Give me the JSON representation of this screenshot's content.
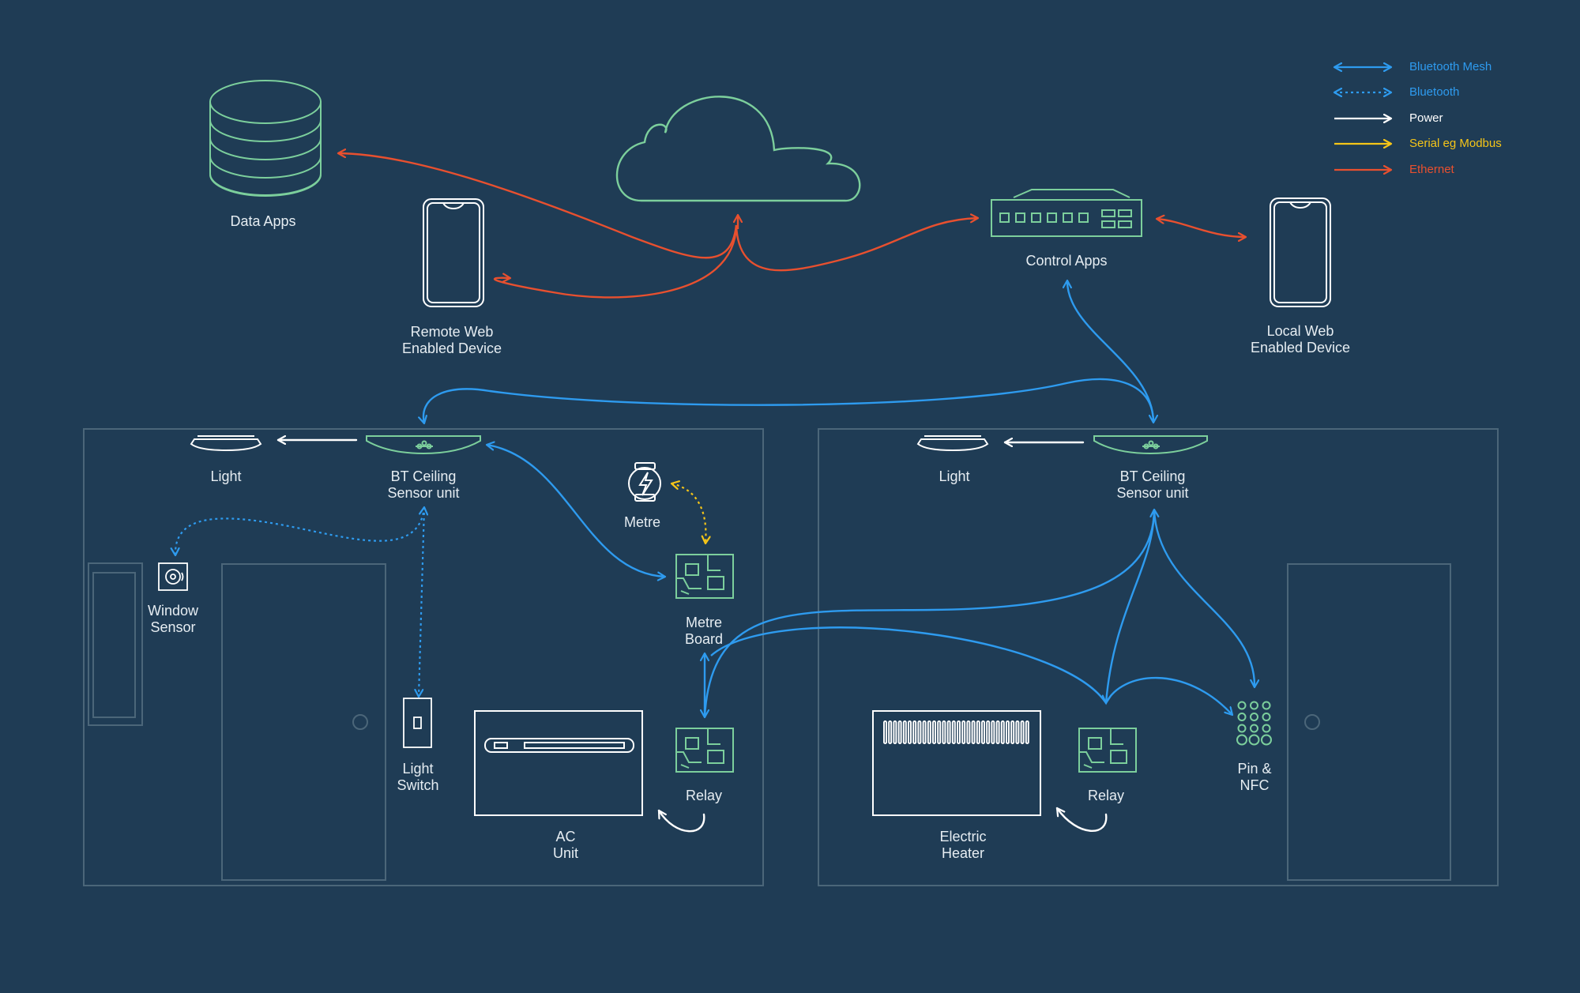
{
  "colors": {
    "background": "#1f3c55",
    "device_outline": "#7ccf9c",
    "bluetooth_mesh": "#2e9bef",
    "bluetooth": "#2e9bef",
    "power": "#ffffff",
    "serial": "#f5c518",
    "ethernet": "#e8502f",
    "room_outline": "#4b6679"
  },
  "legend": [
    {
      "label": "Bluetooth Mesh",
      "color": "#2e9bef",
      "style": "solid"
    },
    {
      "label": "Bluetooth",
      "color": "#2e9bef",
      "style": "dotted"
    },
    {
      "label": "Power",
      "color": "#ffffff",
      "style": "solid"
    },
    {
      "label": "Serial eg Modbus",
      "color": "#f5c518",
      "style": "solid"
    },
    {
      "label": "Ethernet",
      "color": "#e8502f",
      "style": "solid"
    }
  ],
  "nodes": {
    "data_apps": {
      "label": [
        "Data Apps"
      ],
      "icon": "database-icon"
    },
    "cloud": {
      "label": [],
      "icon": "cloud-icon"
    },
    "remote_device": {
      "label": [
        "Remote Web",
        "Enabled Device"
      ],
      "icon": "smartphone-icon"
    },
    "control_apps": {
      "label": [
        "Control Apps"
      ],
      "icon": "network-switch-icon"
    },
    "local_device": {
      "label": [
        "Local Web",
        "Enabled Device"
      ],
      "icon": "smartphone-icon"
    },
    "room1_light": {
      "label": [
        "Light"
      ],
      "icon": "ceiling-light-icon"
    },
    "room1_sensor": {
      "label": [
        "BT Ceiling",
        "Sensor unit"
      ],
      "icon": "ceiling-sensor-icon"
    },
    "window_sensor": {
      "label": [
        "Window",
        "Sensor"
      ],
      "icon": "window-sensor-icon"
    },
    "metre": {
      "label": [
        "Metre"
      ],
      "icon": "energy-metre-icon"
    },
    "metre_board": {
      "label": [
        "Metre",
        "Board"
      ],
      "icon": "circuit-board-icon"
    },
    "light_switch": {
      "label": [
        "Light",
        "Switch"
      ],
      "icon": "light-switch-icon"
    },
    "ac_unit": {
      "label": [
        "AC",
        "Unit"
      ],
      "icon": "ac-unit-icon"
    },
    "room1_relay": {
      "label": [
        "Relay"
      ],
      "icon": "circuit-board-icon"
    },
    "room2_light": {
      "label": [
        "Light"
      ],
      "icon": "ceiling-light-icon"
    },
    "room2_sensor": {
      "label": [
        "BT Ceiling",
        "Sensor unit"
      ],
      "icon": "ceiling-sensor-icon"
    },
    "electric_heater": {
      "label": [
        "Electric",
        "Heater"
      ],
      "icon": "heater-icon"
    },
    "room2_relay": {
      "label": [
        "Relay"
      ],
      "icon": "circuit-board-icon"
    },
    "pin_nfc": {
      "label": [
        "Pin &",
        "NFC"
      ],
      "icon": "keypad-icon"
    }
  },
  "connections": [
    {
      "from": "cloud",
      "to": "data_apps",
      "type": "ethernet"
    },
    {
      "from": "cloud",
      "to": "remote_device",
      "type": "ethernet"
    },
    {
      "from": "cloud",
      "to": "control_apps",
      "type": "ethernet"
    },
    {
      "from": "control_apps",
      "to": "local_device",
      "type": "ethernet"
    },
    {
      "from": "control_apps",
      "to": "room2_sensor",
      "type": "bluetooth_mesh"
    },
    {
      "from": "room2_sensor",
      "to": "room1_sensor",
      "type": "bluetooth_mesh"
    },
    {
      "from": "room1_sensor",
      "to": "room1_light",
      "type": "power"
    },
    {
      "from": "room2_sensor",
      "to": "room2_light",
      "type": "power"
    },
    {
      "from": "room1_sensor",
      "to": "window_sensor",
      "type": "bluetooth"
    },
    {
      "from": "room1_sensor",
      "to": "light_switch",
      "type": "bluetooth"
    },
    {
      "from": "room1_sensor",
      "to": "metre_board",
      "type": "bluetooth_mesh"
    },
    {
      "from": "metre",
      "to": "metre_board",
      "type": "serial"
    },
    {
      "from": "metre_board",
      "to": "room1_relay",
      "type": "bluetooth_mesh"
    },
    {
      "from": "room2_sensor",
      "to": "room1_relay",
      "type": "bluetooth_mesh"
    },
    {
      "from": "room2_sensor",
      "to": "room2_relay",
      "type": "bluetooth_mesh"
    },
    {
      "from": "room2_sensor",
      "to": "pin_nfc",
      "type": "bluetooth_mesh"
    },
    {
      "from": "room1_relay",
      "to": "ac_unit",
      "type": "power"
    },
    {
      "from": "room2_relay",
      "to": "electric_heater",
      "type": "power"
    }
  ]
}
